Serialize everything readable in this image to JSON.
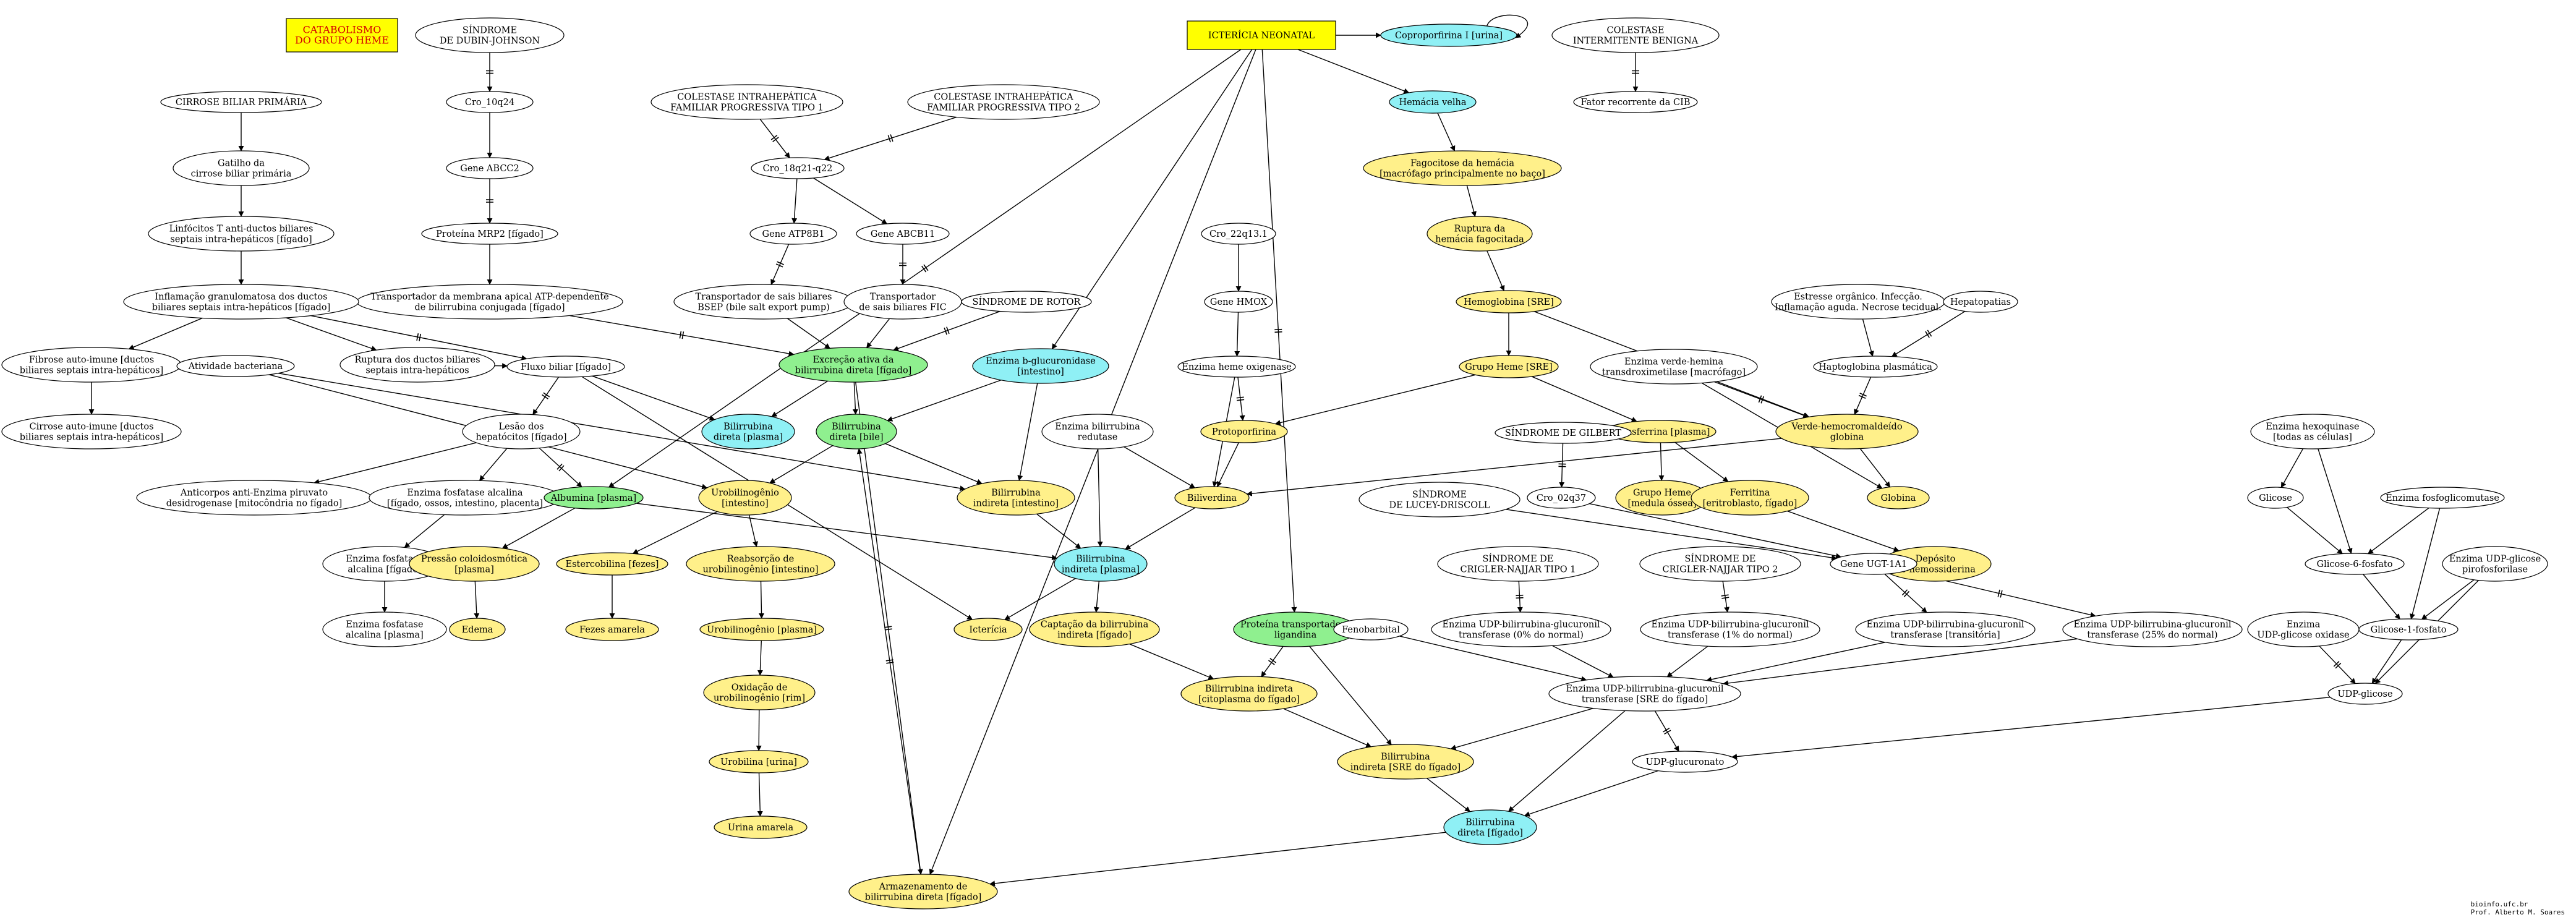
{
  "colors": {
    "white": "#ffffff",
    "yellow": "#fff08a",
    "cyan": "#8ff0f5",
    "green": "#8ff08f",
    "box_fill": "#ffff00",
    "title_red": "#d40000"
  },
  "nodes": [
    {
      "id": "title",
      "shape": "box",
      "fill": "box_fill",
      "red": true,
      "lines": [
        "CATABOLISMO",
        "DO GRUPO HEME"
      ]
    },
    {
      "id": "ictericia_neonatal",
      "shape": "box",
      "fill": "box_fill",
      "lines": [
        "ICTERÍCIA NEONATAL"
      ]
    },
    {
      "id": "dubin",
      "lines": [
        "SÍNDROME",
        "DE DUBIN-JOHNSON"
      ]
    },
    {
      "id": "cro10",
      "lines": [
        "Cro_10q24"
      ]
    },
    {
      "id": "abcc2",
      "lines": [
        "Gene ABCC2"
      ]
    },
    {
      "id": "mrp2",
      "lines": [
        "Proteína MRP2 [fígado]"
      ]
    },
    {
      "id": "transp_apical",
      "lines": [
        "Transportador da membrana apical ATP-dependente",
        "de bilirrubina conjugada [fígado]"
      ]
    },
    {
      "id": "cbp",
      "lines": [
        "CIRROSE BILIAR PRIMÁRIA"
      ]
    },
    {
      "id": "gatilho",
      "lines": [
        "Gatilho da",
        "cirrose biliar primária"
      ]
    },
    {
      "id": "linfocitos",
      "lines": [
        "Linfócitos T anti-ductos biliares",
        "septais intra-hepáticos [fígado]"
      ]
    },
    {
      "id": "inflamacao",
      "lines": [
        "Inflamação granulomatosa dos ductos",
        "biliares septais intra-hepáticos [fígado]"
      ]
    },
    {
      "id": "fibrose",
      "lines": [
        "Fibrose auto-imune [ductos",
        "biliares septais intra-hepáticos]"
      ]
    },
    {
      "id": "cirrose_ai",
      "lines": [
        "Cirrose auto-imune [ductos",
        "biliares septais intra-hepáticos]"
      ]
    },
    {
      "id": "ruptura_ductos",
      "lines": [
        "Ruptura dos ductos biliares",
        "septais intra-hepáticos"
      ]
    },
    {
      "id": "fluxo",
      "lines": [
        "Fluxo biliar [fígado]"
      ]
    },
    {
      "id": "ativ_bact",
      "lines": [
        "Atividade bacteriana"
      ]
    },
    {
      "id": "lesao",
      "lines": [
        "Lesão dos",
        "hepatócitos [fígado]"
      ]
    },
    {
      "id": "anticorpos",
      "lines": [
        "Anticorpos anti-Enzima piruvato",
        "desidrogenase [mitocôndria no fígado]"
      ]
    },
    {
      "id": "fosf_figado_ossos",
      "lines": [
        "Enzima fosfatase alcalina",
        "[fígado, ossos, intestino, placenta]"
      ]
    },
    {
      "id": "fosf_figado",
      "lines": [
        "Enzima fosfatase",
        "alcalina [fígado]"
      ]
    },
    {
      "id": "fosf_plasma",
      "lines": [
        "Enzima fosfatase",
        "alcalina [plasma]"
      ]
    },
    {
      "id": "albumina",
      "fill": "green",
      "lines": [
        "Albumina [plasma]"
      ]
    },
    {
      "id": "pressao",
      "fill": "yellow",
      "lines": [
        "Pressão coloidosmótica",
        "[plasma]"
      ]
    },
    {
      "id": "edema",
      "fill": "yellow",
      "lines": [
        "Edema"
      ]
    },
    {
      "id": "pfic1",
      "lines": [
        "COLESTASE INTRAHEPÁTICA",
        "FAMILIAR PROGRESSIVA TIPO 1"
      ]
    },
    {
      "id": "pfic2",
      "lines": [
        "COLESTASE INTRAHEPÁTICA",
        "FAMILIAR PROGRESSIVA TIPO 2"
      ]
    },
    {
      "id": "cro18",
      "lines": [
        "Cro_18q21-q22"
      ]
    },
    {
      "id": "atp8b1",
      "lines": [
        "Gene ATP8B1"
      ]
    },
    {
      "id": "abcb11",
      "lines": [
        "Gene ABCB11"
      ]
    },
    {
      "id": "bsep",
      "lines": [
        "Transportador de sais biliares",
        "BSEP (bile salt export pump)"
      ]
    },
    {
      "id": "fic",
      "lines": [
        "Transportador",
        "de sais biliares FIC"
      ]
    },
    {
      "id": "rotor",
      "lines": [
        "SÍNDROME DE ROTOR"
      ]
    },
    {
      "id": "excrecao",
      "fill": "green",
      "lines": [
        "Excreção ativa da",
        "bilirrubina direta [fígado]"
      ]
    },
    {
      "id": "bgluc",
      "fill": "cyan",
      "lines": [
        "Enzima b-glucuronidase",
        "[intestino]"
      ]
    },
    {
      "id": "bil_dir_plasma",
      "fill": "cyan",
      "lines": [
        "Bilirrubina",
        "direta [plasma]"
      ]
    },
    {
      "id": "bil_dir_bile",
      "fill": "green",
      "lines": [
        "Bilirrubina",
        "direta [bile]"
      ]
    },
    {
      "id": "urobilinogenio_int",
      "fill": "yellow",
      "lines": [
        "Urobilinogênio",
        "[intestino]"
      ]
    },
    {
      "id": "estercobilina",
      "fill": "yellow",
      "lines": [
        "Estercobilina [fezes]"
      ]
    },
    {
      "id": "fezes",
      "fill": "yellow",
      "lines": [
        "Fezes amarela"
      ]
    },
    {
      "id": "reabsorcao",
      "fill": "yellow",
      "lines": [
        "Reabsorção de",
        "urobilinogênio [intestino]"
      ]
    },
    {
      "id": "urobilinogenio_pl",
      "fill": "yellow",
      "lines": [
        "Urobilinogênio [plasma]"
      ]
    },
    {
      "id": "oxidacao",
      "fill": "yellow",
      "lines": [
        "Oxidação de",
        "urobilinogênio [rim]"
      ]
    },
    {
      "id": "urobilina",
      "fill": "yellow",
      "lines": [
        "Urobilina [urina]"
      ]
    },
    {
      "id": "urina",
      "fill": "yellow",
      "lines": [
        "Urina amarela"
      ]
    },
    {
      "id": "armazenamento",
      "fill": "yellow",
      "lines": [
        "Armazenamento de",
        "bilirrubina direta [fígado]"
      ]
    },
    {
      "id": "bil_ind_int",
      "fill": "yellow",
      "lines": [
        "Bilirrubina",
        "indireta [intestino]"
      ]
    },
    {
      "id": "redutase",
      "lines": [
        "Enzima bilirrubina",
        "redutase"
      ]
    },
    {
      "id": "bil_ind_plasma",
      "fill": "cyan",
      "lines": [
        "Bilirrubina",
        "indireta [plasma]"
      ]
    },
    {
      "id": "ictericia",
      "fill": "yellow",
      "lines": [
        "Icterícia"
      ]
    },
    {
      "id": "captacao",
      "fill": "yellow",
      "lines": [
        "Captação da bilirrubina",
        "indireta [fígado]"
      ]
    },
    {
      "id": "ligandina",
      "fill": "green",
      "lines": [
        "Proteína transportadora",
        "ligandina"
      ]
    },
    {
      "id": "bil_ind_cito",
      "fill": "yellow",
      "lines": [
        "Bilirrubina indireta",
        "[citoplasma do fígado]"
      ]
    },
    {
      "id": "bil_ind_sre",
      "fill": "yellow",
      "lines": [
        "Bilirrubina",
        "indireta [SRE do fígado]"
      ]
    },
    {
      "id": "bil_dir_figado",
      "fill": "cyan",
      "lines": [
        "Bilirrubina",
        "direta [fígado]"
      ]
    },
    {
      "id": "coproporfirina",
      "fill": "cyan",
      "lines": [
        "Coproporfirina I [urina]"
      ]
    },
    {
      "id": "hemacia",
      "fill": "cyan",
      "lines": [
        "Hemácia velha"
      ]
    },
    {
      "id": "fagocitose",
      "fill": "yellow",
      "lines": [
        "Fagocitose da hemácia",
        "[macrófago principalmente no baço]"
      ]
    },
    {
      "id": "ruptura_hemacia",
      "fill": "yellow",
      "lines": [
        "Ruptura da",
        "hemácia fagocitada"
      ]
    },
    {
      "id": "hemoglobina",
      "fill": "yellow",
      "lines": [
        "Hemoglobina [SRE]"
      ]
    },
    {
      "id": "grupo_heme_sre",
      "fill": "yellow",
      "lines": [
        "Grupo Heme [SRE]"
      ]
    },
    {
      "id": "cro22",
      "lines": [
        "Cro_22q13.1"
      ]
    },
    {
      "id": "hmox",
      "lines": [
        "Gene HMOX"
      ]
    },
    {
      "id": "heme_oxigenase",
      "lines": [
        "Enzima heme oxigenase"
      ]
    },
    {
      "id": "protoporfirina",
      "fill": "yellow",
      "lines": [
        "Protoporfirina"
      ]
    },
    {
      "id": "biliverdina",
      "fill": "yellow",
      "lines": [
        "Biliverdina"
      ]
    },
    {
      "id": "verde_hemina",
      "lines": [
        "Enzima verde-hemina",
        "transdroximetilase [macrófago]"
      ]
    },
    {
      "id": "transferrina",
      "fill": "yellow",
      "lines": [
        "Transferrina [plasma]"
      ]
    },
    {
      "id": "grupo_heme_medula",
      "fill": "yellow",
      "lines": [
        "Grupo Heme",
        "[medula óssea]"
      ]
    },
    {
      "id": "ferritina",
      "fill": "yellow",
      "lines": [
        "Ferritina",
        "[eritroblasto, fígado]"
      ]
    },
    {
      "id": "hemossiderina",
      "fill": "yellow",
      "lines": [
        "Depósito",
        "de hemossiderina"
      ]
    },
    {
      "id": "verde_hemocro",
      "fill": "yellow",
      "lines": [
        "Verde-hemocromaldeído",
        "globina"
      ]
    },
    {
      "id": "globina",
      "fill": "yellow",
      "lines": [
        "Globina"
      ]
    },
    {
      "id": "estresse",
      "lines": [
        "Estresse orgânico. Infecção.",
        "Inflamação aguda. Necrose tecidual."
      ]
    },
    {
      "id": "hepatopatias",
      "lines": [
        "Hepatopatias"
      ]
    },
    {
      "id": "haptoglobina",
      "lines": [
        "Haptoglobina plasmática"
      ]
    },
    {
      "id": "colestase_benigna",
      "lines": [
        "COLESTASE",
        "INTERMITENTE BENIGNA"
      ]
    },
    {
      "id": "fator_cib",
      "lines": [
        "Fator recorrente da CIB"
      ]
    },
    {
      "id": "gilbert",
      "lines": [
        "SÍNDROME DE GILBERT"
      ]
    },
    {
      "id": "cro02",
      "lines": [
        "Cro_02q37"
      ]
    },
    {
      "id": "lucey",
      "lines": [
        "SÍNDROME",
        "DE LUCEY-DRISCOLL"
      ]
    },
    {
      "id": "crigler1",
      "lines": [
        "SÍNDROME DE",
        "CRIGLER-NAJJAR TIPO 1"
      ]
    },
    {
      "id": "crigler2",
      "lines": [
        "SÍNDROME DE",
        "CRIGLER-NAJJAR TIPO 2"
      ]
    },
    {
      "id": "ugt1a1",
      "lines": [
        "Gene UGT-1A1"
      ]
    },
    {
      "id": "ugt_0",
      "lines": [
        "Enzima UDP-bilirrubina-glucuronil",
        "transferase (0% do normal)"
      ]
    },
    {
      "id": "ugt_1",
      "lines": [
        "Enzima UDP-bilirrubina-glucuronil",
        "transferase (1% do normal)"
      ]
    },
    {
      "id": "ugt_trans",
      "lines": [
        "Enzima UDP-bilirrubina-glucuronil",
        "transferase [transitória]"
      ]
    },
    {
      "id": "ugt_25",
      "lines": [
        "Enzima UDP-bilirrubina-glucuronil",
        "transferase (25% do normal)"
      ]
    },
    {
      "id": "fenobarbital",
      "lines": [
        "Fenobarbital"
      ]
    },
    {
      "id": "ugt_sre",
      "lines": [
        "Enzima UDP-bilirrubina-glucuronil",
        "transferase [SRE do fígado]"
      ]
    },
    {
      "id": "udp_glucuronato",
      "lines": [
        "UDP-glucuronato"
      ]
    },
    {
      "id": "hexoquinase",
      "lines": [
        "Enzima hexoquinase",
        "[todas as células]"
      ]
    },
    {
      "id": "glicose",
      "lines": [
        "Glicose"
      ]
    },
    {
      "id": "fosfoglicomutase",
      "lines": [
        "Enzima fosfoglicomutase"
      ]
    },
    {
      "id": "g6p",
      "lines": [
        "Glicose-6-fosfato"
      ]
    },
    {
      "id": "udp_pirofosforilase",
      "lines": [
        "Enzima UDP-glicose",
        "pirofosforilase"
      ]
    },
    {
      "id": "g1p",
      "lines": [
        "Glicose-1-fosfato"
      ]
    },
    {
      "id": "udp_oxidase",
      "lines": [
        "Enzima",
        "UDP-glicose oxidase"
      ]
    },
    {
      "id": "udp_glicose",
      "lines": [
        "UDP-glicose"
      ]
    }
  ],
  "footer": {
    "line1": "bioinfo.ufc.br",
    "line2": "Prof. Alberto M. Soares"
  }
}
